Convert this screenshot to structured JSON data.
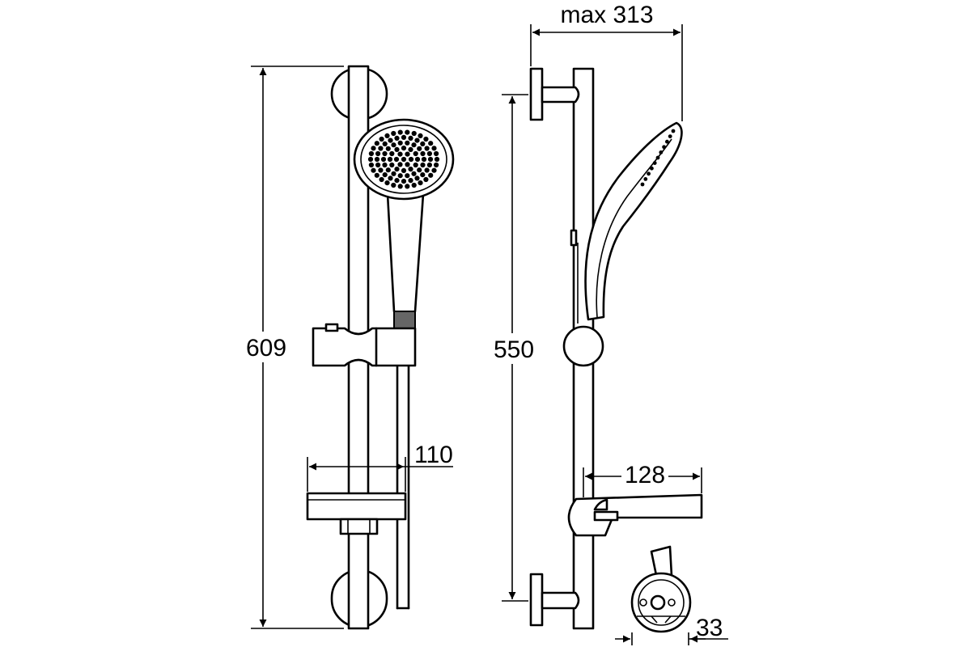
{
  "dimensions": {
    "overall_height": "609",
    "dish_width": "110",
    "bracket_spacing": "550",
    "max_projection": "max 313",
    "dish_depth": "128",
    "holder_size": "33"
  },
  "colors": {
    "line": "#000000",
    "background": "#ffffff"
  }
}
